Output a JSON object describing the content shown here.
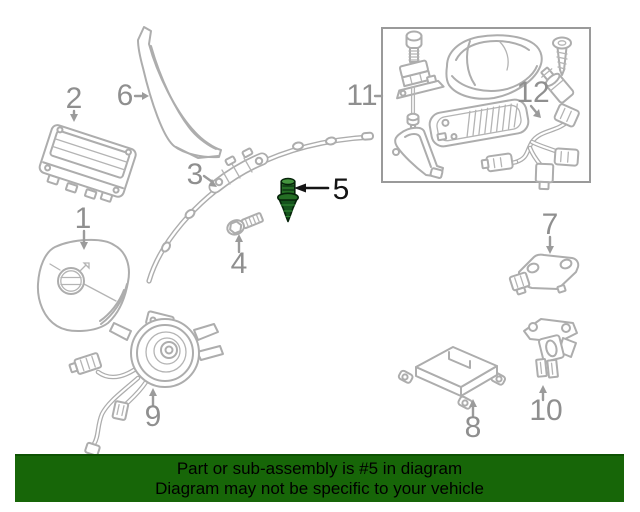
{
  "part_labels": {
    "n1": "1",
    "n2": "2",
    "n3": "3",
    "n4": "4",
    "n5": "5",
    "n6": "6",
    "n7": "7",
    "n8": "8",
    "n9": "9",
    "n10": "10",
    "n11": "11",
    "n12": "12"
  },
  "highlight": {
    "part_number": "5"
  },
  "banner": {
    "line1": "Part or sub-assembly is #5 in diagram",
    "line2": "Diagram may not be specific to your vehicle",
    "background_color": "#176608",
    "border_color": "#0d5202",
    "text_color": "#000000"
  },
  "colors": {
    "line_art": "#adadad",
    "label_text": "#8f8f8f",
    "highlight_label_text": "#141414",
    "black_arrow": "#151515",
    "box_border": "#9a9a9a",
    "clip_light": "#45953f",
    "clip_mid": "#256e25",
    "clip_dark": "#14531c",
    "clip_outline": "#06230a"
  }
}
